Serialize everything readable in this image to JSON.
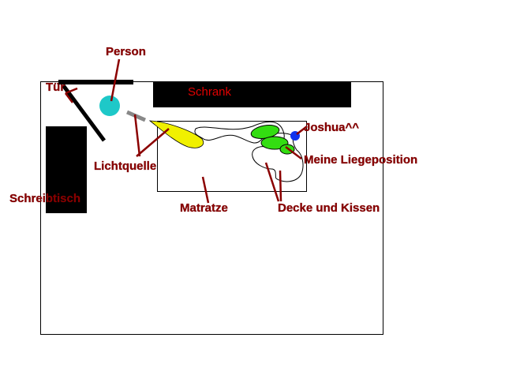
{
  "labels": {
    "person": "Person",
    "tuer": "Tür",
    "schrank": "Schrank",
    "joshua": "Joshua^^",
    "lichtquelle": "Lichtquelle",
    "liegeposition": "Meine Liegeposition",
    "schreibtisch": "Schreibtisch",
    "matratze": "Matratze",
    "decke": "Decke und Kissen"
  },
  "colors": {
    "label": "#8b0000",
    "leader": "#8b0000",
    "schrank_text": "#e00000",
    "furniture": "#000000",
    "person": "#1ec8c8",
    "light_cone": "#f0f000",
    "pillow": "#33dd11",
    "joshua": "#1133ee",
    "lamp": "#888888"
  }
}
